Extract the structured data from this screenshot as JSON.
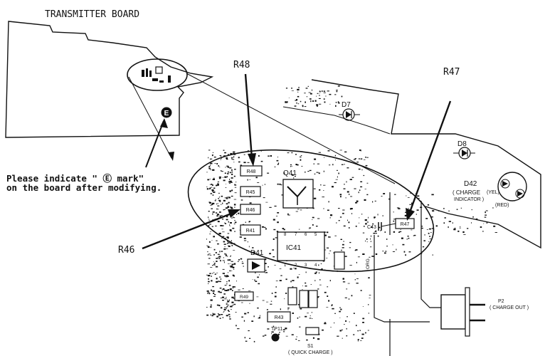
{
  "diagram": {
    "title": "TRANSMITTER BOARD",
    "instruction_line1": "Please indicate \" Ⓔ mark\"",
    "instruction_line2": "on the board after modifying.",
    "e_mark_glyph": "E",
    "callouts": {
      "r48": "R48",
      "r47": "R47",
      "r46": "R46"
    },
    "board_parts": {
      "r48": "R48",
      "r45": "R45",
      "r46": "R46",
      "r41": "R41",
      "r47": "R47",
      "r49": "R49",
      "r43": "R43",
      "q41": "Q41",
      "ic41": "IC41",
      "d41": "D41",
      "c43": "C43",
      "d7": "D7",
      "d8": "D8",
      "d42": "D42",
      "d42_desc1": "( CHARGE",
      "d42_desc2": "INDICATOR )",
      "yel": "(YEL)",
      "red": "(RED)",
      "tp11": "TP11",
      "s1": "S1",
      "s1_desc": "( QUICK CHARGE )",
      "p2": "P2",
      "p2_desc": "( CHARGE OUT )",
      "org": "ORG"
    },
    "colors": {
      "ink": "#111111",
      "background": "#ffffff"
    }
  }
}
